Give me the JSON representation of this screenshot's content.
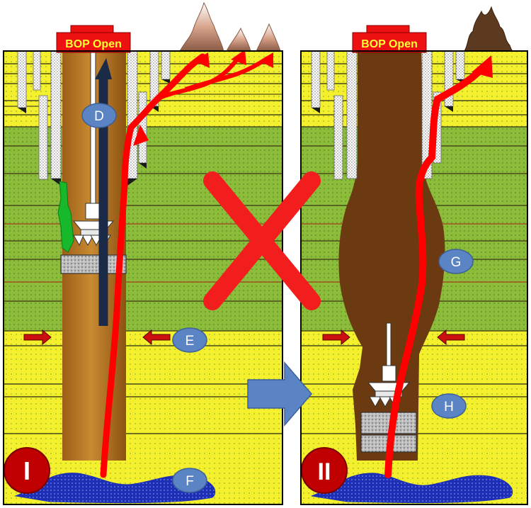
{
  "panels": [
    {
      "id": "left",
      "bop_label": "BOP Open",
      "roman": "I"
    },
    {
      "id": "right",
      "bop_label": "BOP Open",
      "roman": "II"
    }
  ],
  "markers": [
    "D",
    "E",
    "F",
    "G",
    "H"
  ],
  "colors": {
    "sand": "#f4f02e",
    "shale": "#8bbd3a",
    "mud_left": "#a5691f",
    "cavity_right": "#6b3a10",
    "flow": "#ff0000",
    "circulation": "#1b2a47",
    "reservoir": "#1d2fb5",
    "marker_fill": "#5b84c4",
    "bop": "#ee1111",
    "circle": "#c00000"
  }
}
